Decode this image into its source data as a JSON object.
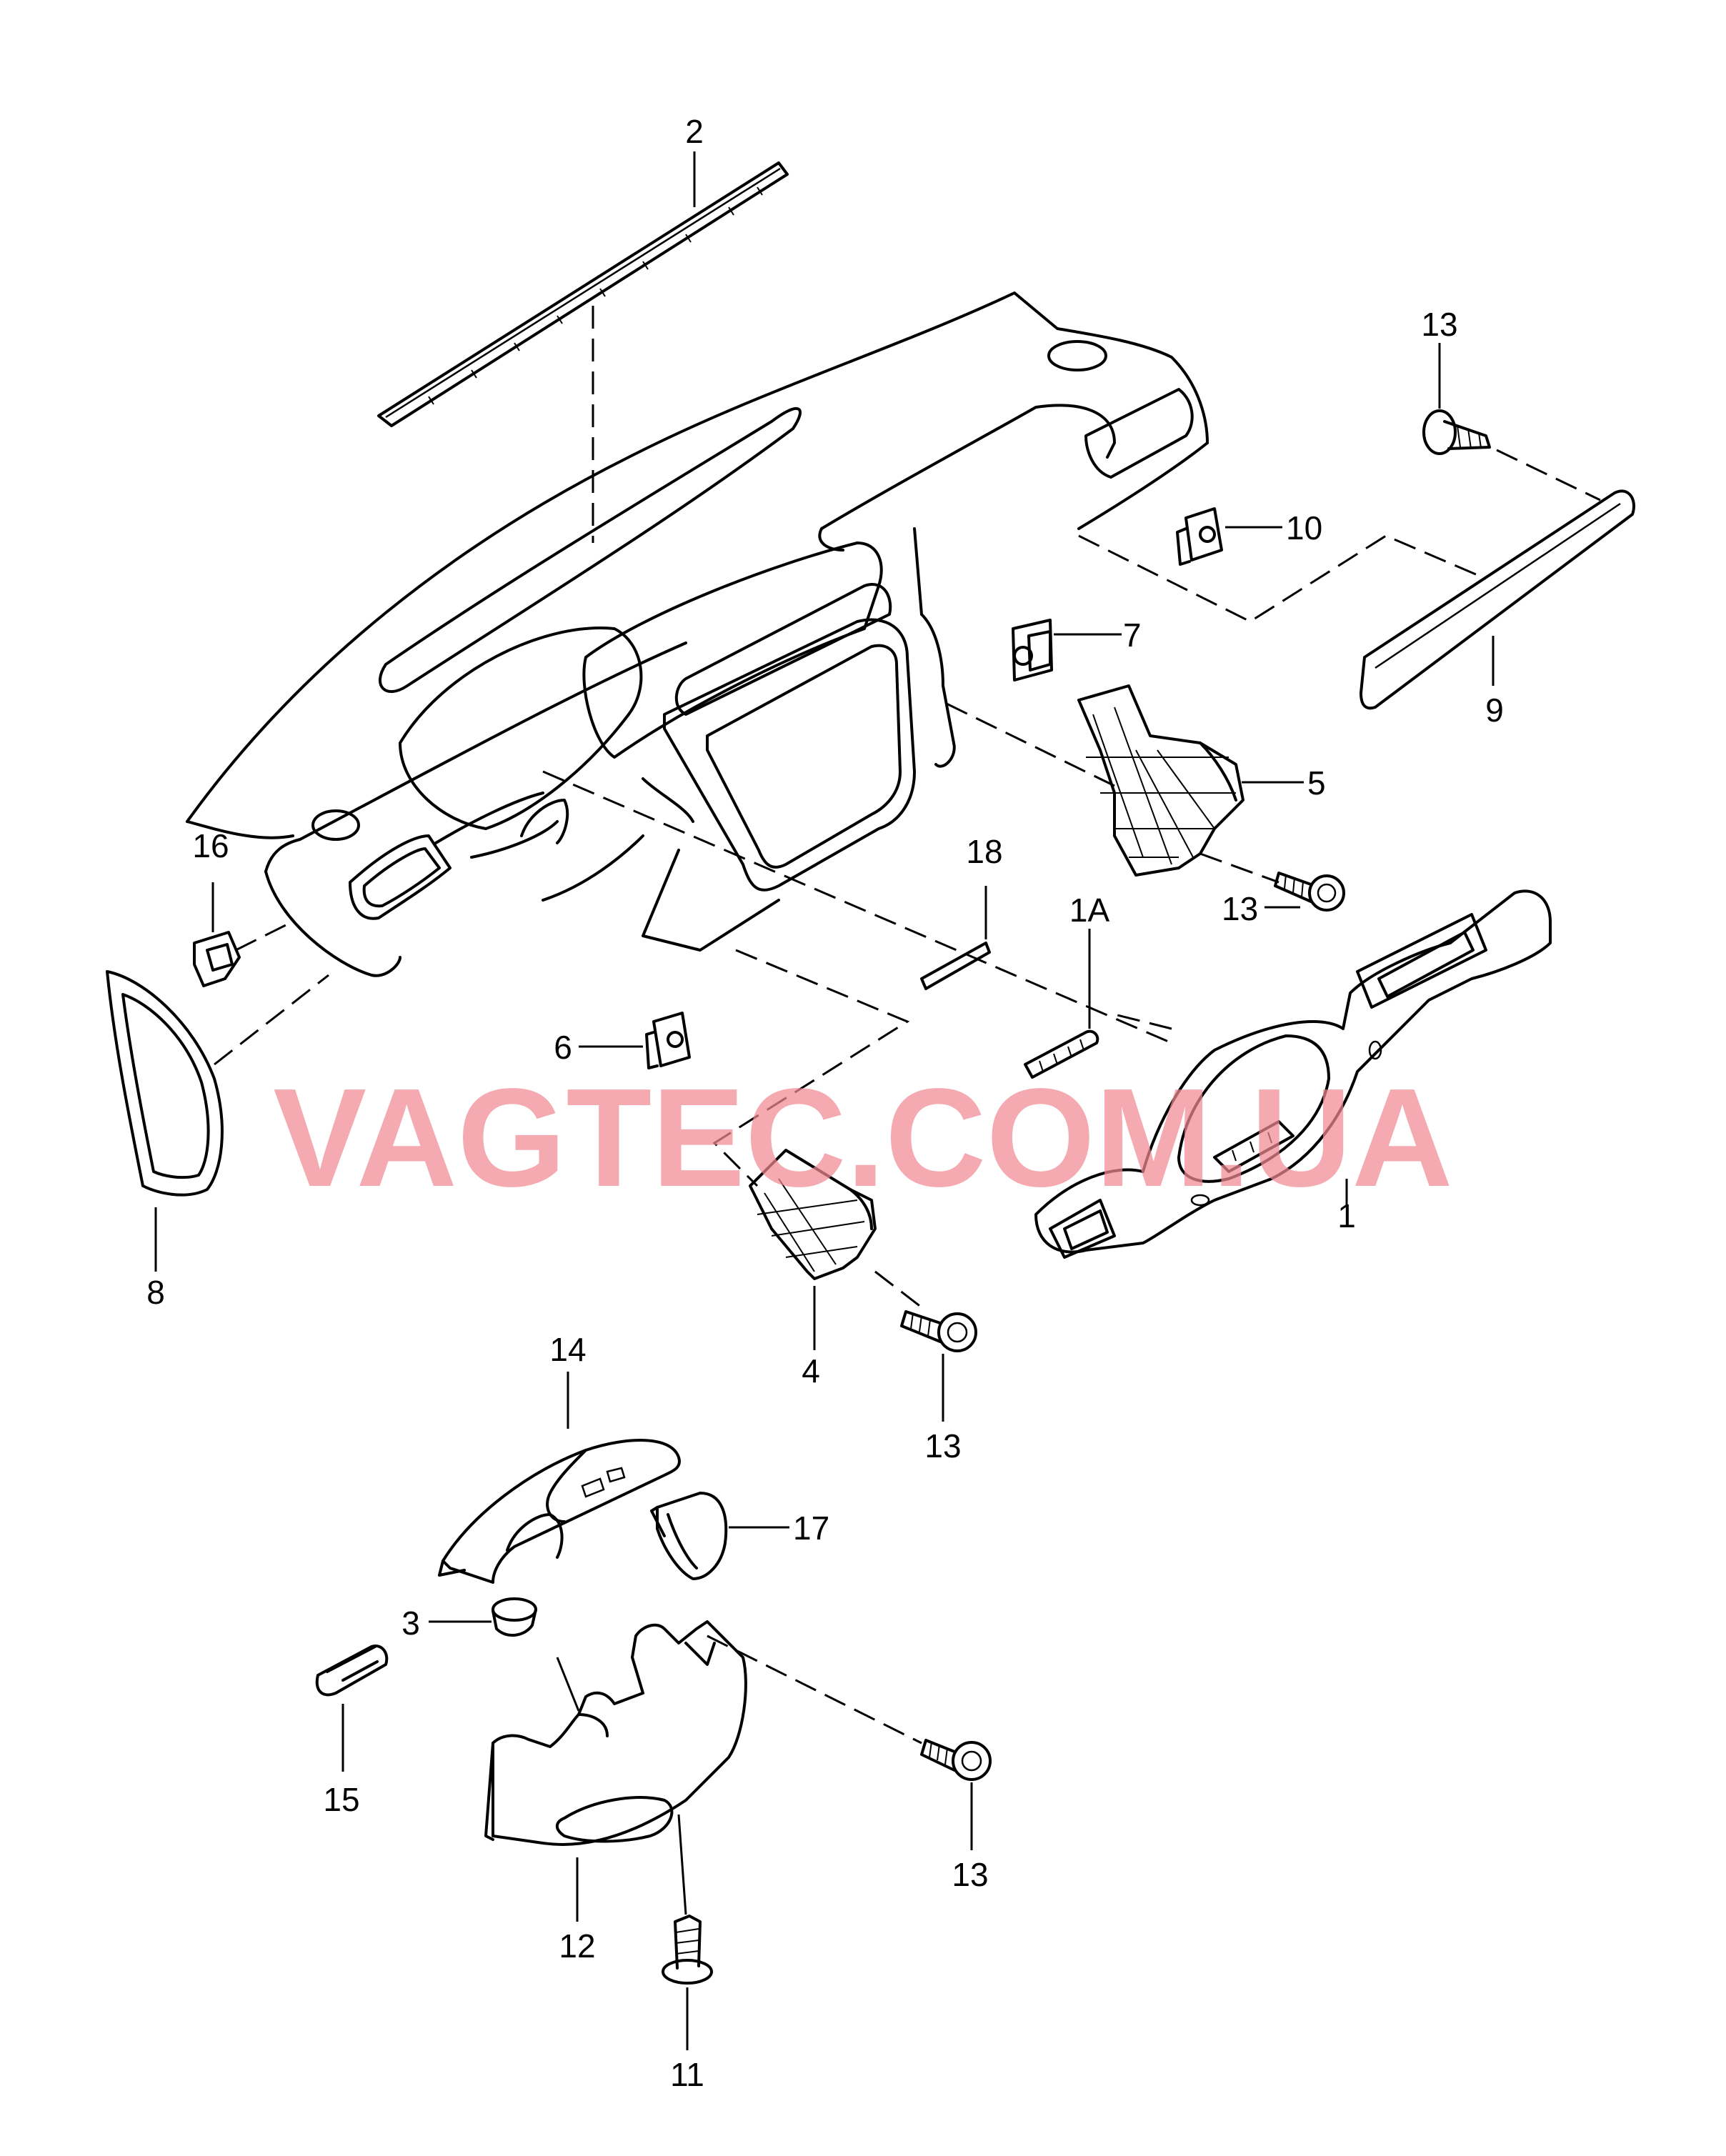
{
  "watermark": "VAGTEC.COM.UA",
  "callouts": [
    {
      "id": "c1",
      "text": "1"
    },
    {
      "id": "c1a",
      "text": "1A"
    },
    {
      "id": "c2",
      "text": "2"
    },
    {
      "id": "c3",
      "text": "3"
    },
    {
      "id": "c4",
      "text": "4"
    },
    {
      "id": "c5",
      "text": "5"
    },
    {
      "id": "c6",
      "text": "6"
    },
    {
      "id": "c7",
      "text": "7"
    },
    {
      "id": "c8",
      "text": "8"
    },
    {
      "id": "c9",
      "text": "9"
    },
    {
      "id": "c10",
      "text": "10"
    },
    {
      "id": "c11",
      "text": "11"
    },
    {
      "id": "c12",
      "text": "12"
    },
    {
      "id": "c13a",
      "text": "13"
    },
    {
      "id": "c13b",
      "text": "13"
    },
    {
      "id": "c13c",
      "text": "13"
    },
    {
      "id": "c13d",
      "text": "13"
    },
    {
      "id": "c14",
      "text": "14"
    },
    {
      "id": "c15",
      "text": "15"
    },
    {
      "id": "c16",
      "text": "16"
    },
    {
      "id": "c17",
      "text": "17"
    },
    {
      "id": "c18",
      "text": "18"
    }
  ]
}
